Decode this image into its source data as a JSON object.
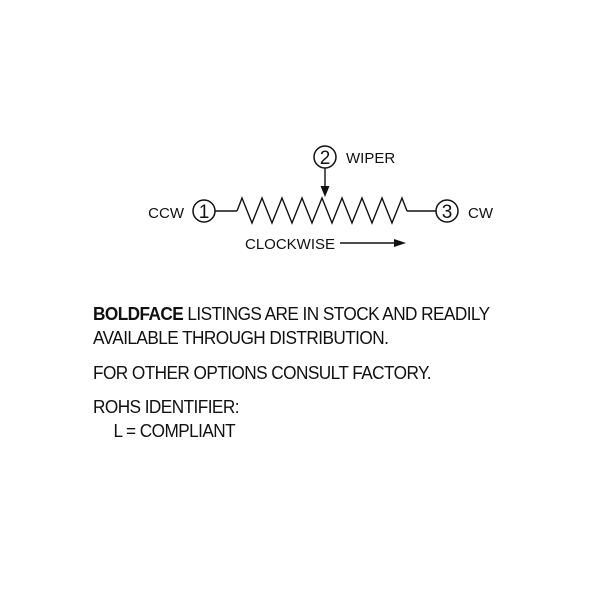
{
  "schematic": {
    "terminal_1": {
      "number": "1",
      "label": "CCW"
    },
    "terminal_2": {
      "number": "2",
      "label": "WIPER"
    },
    "terminal_3": {
      "number": "3",
      "label": "CW"
    },
    "direction_label": "CLOCKWISE"
  },
  "notes": {
    "para1_bold": "BOLDFACE",
    "para1_line1_rest": " LISTINGS ARE IN STOCK AND READILY",
    "para1_line2": "AVAILABLE THROUGH DISTRIBUTION.",
    "para2": "FOR OTHER OPTIONS CONSULT FACTORY.",
    "para3_line1": "ROHS IDENTIFIER:",
    "para3_line2": "L = COMPLIANT"
  }
}
